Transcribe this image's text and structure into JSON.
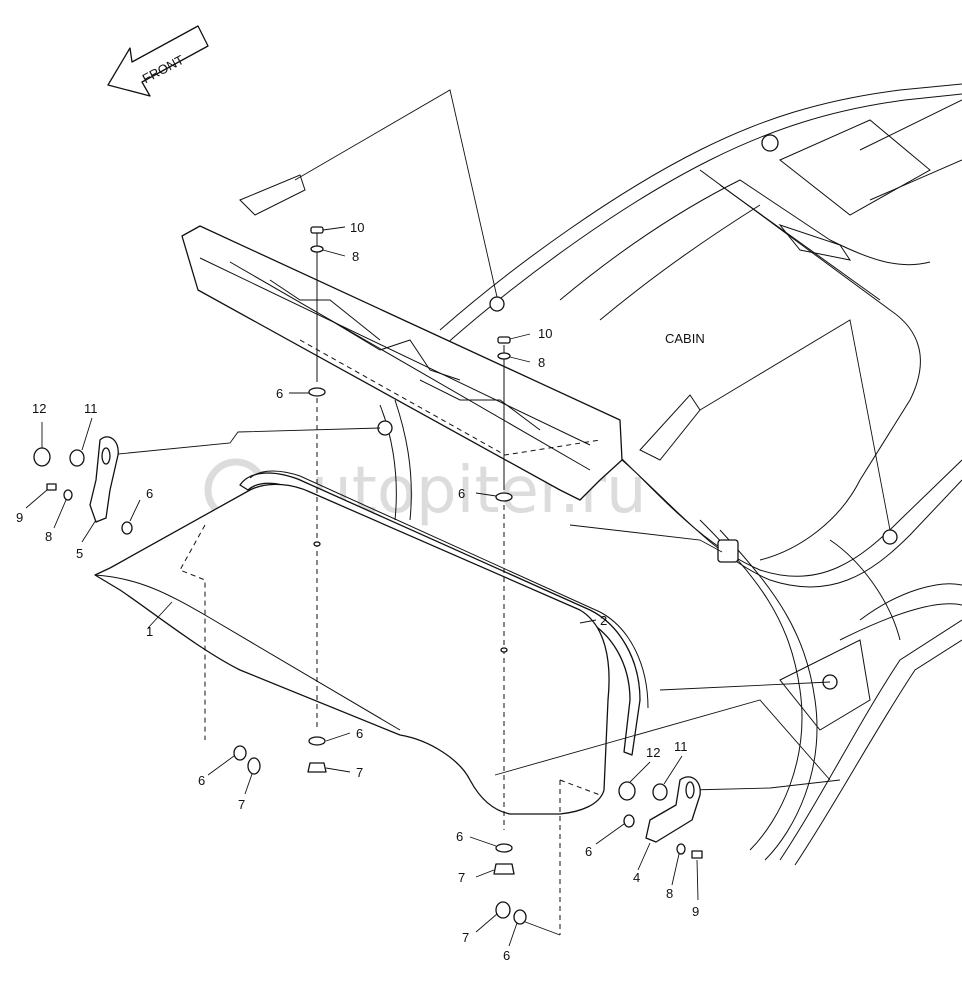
{
  "labels": {
    "front": "FRONT",
    "cabin": "CABIN",
    "watermark": "autopiter.ru"
  },
  "callouts": [
    "1",
    "2",
    "4",
    "5",
    "6",
    "6",
    "6",
    "6",
    "6",
    "6",
    "6",
    "6",
    "7",
    "7",
    "7",
    "7",
    "8",
    "8",
    "8",
    "8",
    "9",
    "9",
    "10",
    "10",
    "11",
    "11",
    "12",
    "12"
  ]
}
